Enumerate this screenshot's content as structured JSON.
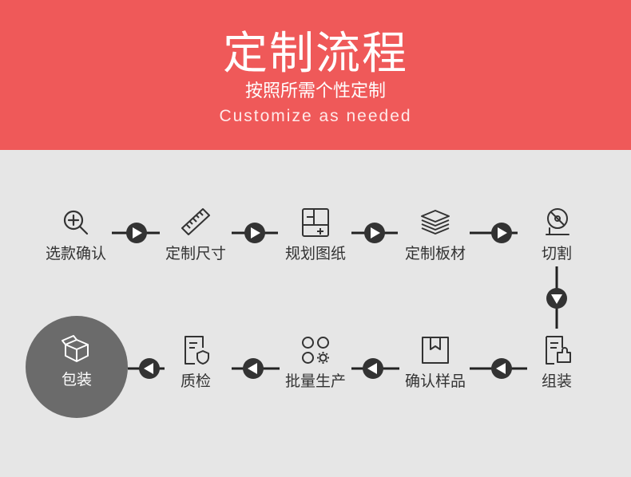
{
  "header": {
    "title": "定制流程",
    "subtitle": "按照所需个性定制",
    "subtitle_en": "Customize as needed",
    "bg_color": "#ef5959"
  },
  "steps": [
    {
      "label": "选款确认",
      "icon": "zoom-in-icon"
    },
    {
      "label": "定制尺寸",
      "icon": "ruler-icon"
    },
    {
      "label": "规划图纸",
      "icon": "blueprint-icon"
    },
    {
      "label": "定制板材",
      "icon": "stacked-sheets-icon"
    },
    {
      "label": "切割",
      "icon": "cutting-disc-icon"
    },
    {
      "label": "组装",
      "icon": "assembly-puzzle-icon"
    },
    {
      "label": "确认样品",
      "icon": "sample-box-icon"
    },
    {
      "label": "批量生产",
      "icon": "gear-grid-icon"
    },
    {
      "label": "质检",
      "icon": "shield-document-icon"
    },
    {
      "label": "包装",
      "icon": "package-box-icon"
    }
  ],
  "colors": {
    "arrow": "#333333",
    "final_circle": "#6b6b6b",
    "text": "#333333"
  }
}
